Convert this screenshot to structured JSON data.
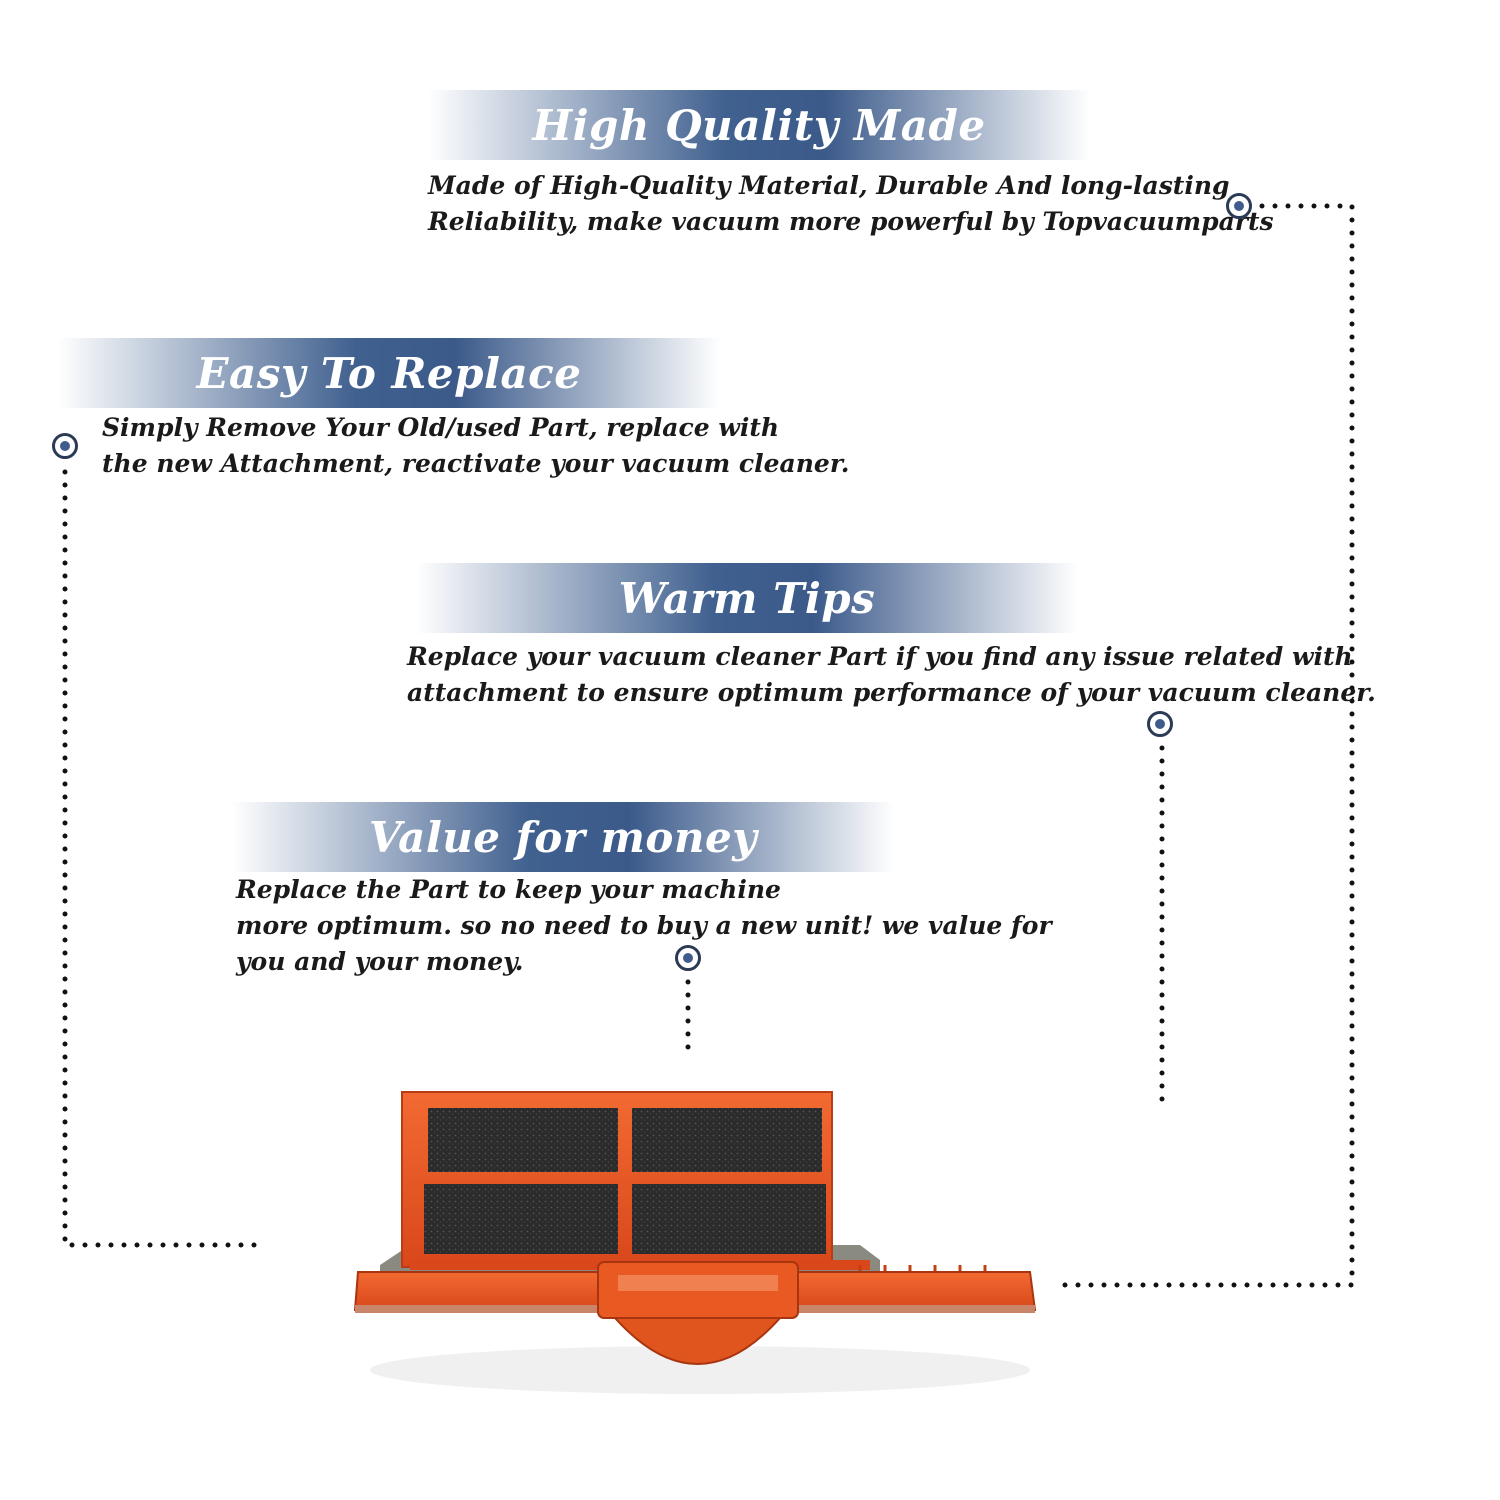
{
  "features": [
    {
      "title": "High Quality Made",
      "lines": [
        "Made of  High-Quality Material, Durable And long-lasting",
        "Reliability, make vacuum more powerful by Topvacuumparts"
      ]
    },
    {
      "title": "Easy To Replace",
      "lines": [
        "Simply Remove Your Old/used Part, replace with",
        "the new Attachment, reactivate your vacuum cleaner."
      ]
    },
    {
      "title": "Warm Tips",
      "lines": [
        "Replace your vacuum cleaner Part if you find any issue related with",
        " attachment to ensure optimum performance of your vacuum cleaner."
      ]
    },
    {
      "title": "Value for money",
      "lines": [
        "Replace the Part to keep your machine",
        "more optimum. so no need to buy a new unit! we value for",
        "you and your money."
      ]
    }
  ],
  "colors": {
    "banner": "#3f5c8c",
    "bullet": "#3f5c8c",
    "product_orange": "#e8501c",
    "filter_foam": "#2a2a2a"
  },
  "icons": [
    "bullet-point-icon",
    "vacuum-filter-image"
  ]
}
